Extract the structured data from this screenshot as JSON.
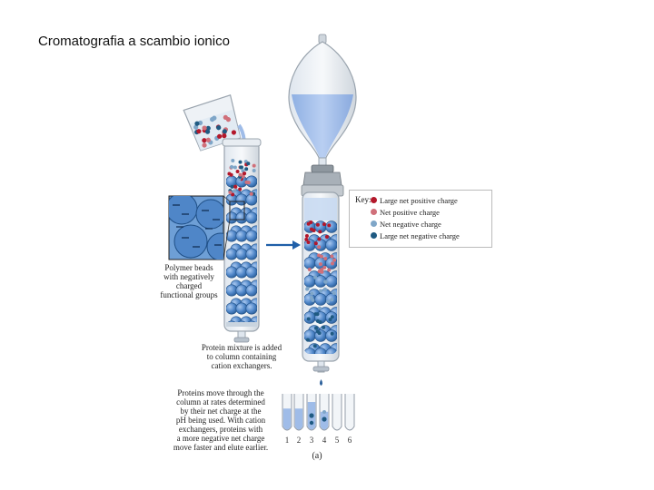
{
  "title": "Cromatografia a scambio ionico",
  "captions": {
    "beads": [
      "Polymer beads",
      "with negatively",
      "charged",
      "functional groups"
    ],
    "mixture": [
      "Protein mixture is added",
      "to column containing",
      "cation exchangers."
    ],
    "elution": [
      "Proteins move through the",
      "column at rates determined",
      "by their net charge at the",
      "pH being used. With cation",
      "exchangers, proteins with",
      "a more negative net charge",
      "move faster and elute earlier."
    ],
    "panel_label": "(a)"
  },
  "key": {
    "title": "Key:",
    "items": [
      {
        "label": "Large net positive charge",
        "color": "#b3182b"
      },
      {
        "label": "Net positive charge",
        "color": "#d0707a"
      },
      {
        "label": "Net negative charge",
        "color": "#7fa6c8"
      },
      {
        "label": "Large net negative charge",
        "color": "#1f5a82"
      }
    ]
  },
  "tubes": [
    "1",
    "2",
    "3",
    "4",
    "5",
    "6"
  ],
  "colors": {
    "bead": "#4f86c8",
    "bead_dark": "#2b5f9a",
    "liquid": "#9fbce8",
    "arrow": "#1f5fa8",
    "glass": "#cfd6dd"
  }
}
